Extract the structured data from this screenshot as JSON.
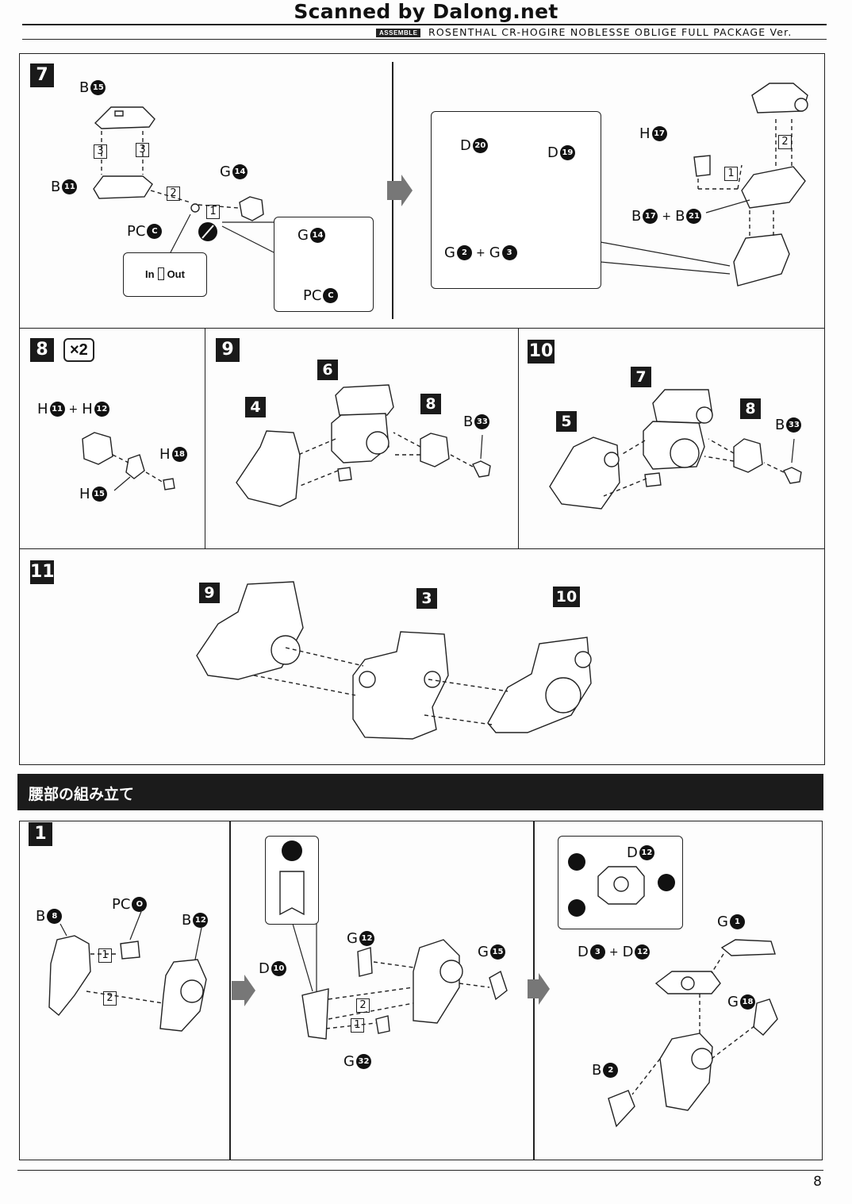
{
  "header": {
    "scan_credit": "Scanned by Dalong.net",
    "assemble_tag": "ASSEMBLE",
    "product_title": "ROSENTHAL CR-HOGIRE NOBLESSE OBLIGE FULL PACKAGE Ver."
  },
  "steps": {
    "s7": {
      "num": "7",
      "labels": {
        "b15": [
          "B",
          "15"
        ],
        "b11": [
          "B",
          "11"
        ],
        "g14": [
          "G",
          "14"
        ],
        "pc_c": [
          "PC",
          "C"
        ],
        "g14b": [
          "G",
          "14"
        ],
        "pc_c2": [
          "PC",
          "C"
        ],
        "h17": [
          "H",
          "17"
        ],
        "d20": [
          "D",
          "20"
        ],
        "d19": [
          "D",
          "19"
        ],
        "g2g3": [
          "G",
          "2",
          "G",
          "3"
        ],
        "b17b21": [
          "B",
          "17",
          "B",
          "21"
        ]
      },
      "order": [
        "3",
        "3",
        "2",
        "1",
        "1",
        "2"
      ],
      "inout": {
        "in": "In",
        "out": "Out"
      }
    },
    "s8": {
      "num": "8",
      "multiplier": "×2",
      "labels": {
        "h11h12": [
          "H",
          "11",
          "H",
          "12"
        ],
        "h18": [
          "H",
          "18"
        ],
        "h15": [
          "H",
          "15"
        ]
      }
    },
    "s9": {
      "num": "9",
      "refs": [
        "6",
        "4",
        "8"
      ],
      "b33": [
        "B",
        "33"
      ]
    },
    "s10": {
      "num": "10",
      "refs": [
        "7",
        "5",
        "8"
      ],
      "b33": [
        "B",
        "33"
      ]
    },
    "s11": {
      "num": "11",
      "refs": [
        "9",
        "3",
        "10"
      ]
    }
  },
  "section": {
    "title": "腰部の組み立て"
  },
  "waist": {
    "s1": {
      "num": "1",
      "labels": {
        "b8": [
          "B",
          "8"
        ],
        "pc_o": [
          "PC",
          "O"
        ],
        "b12": [
          "B",
          "12"
        ],
        "g12": [
          "G",
          "12"
        ],
        "g15": [
          "G",
          "15"
        ],
        "d10": [
          "D",
          "10"
        ],
        "g32": [
          "G",
          "32"
        ],
        "d12": [
          "D",
          "12"
        ],
        "g1": [
          "G",
          "1"
        ],
        "d3d12": [
          "D",
          "3",
          "D",
          "12"
        ],
        "g18": [
          "G",
          "18"
        ],
        "b2": [
          "B",
          "2"
        ]
      },
      "order": [
        "1",
        "2",
        "2",
        "1"
      ]
    }
  },
  "footer": {
    "page_number": "8"
  }
}
